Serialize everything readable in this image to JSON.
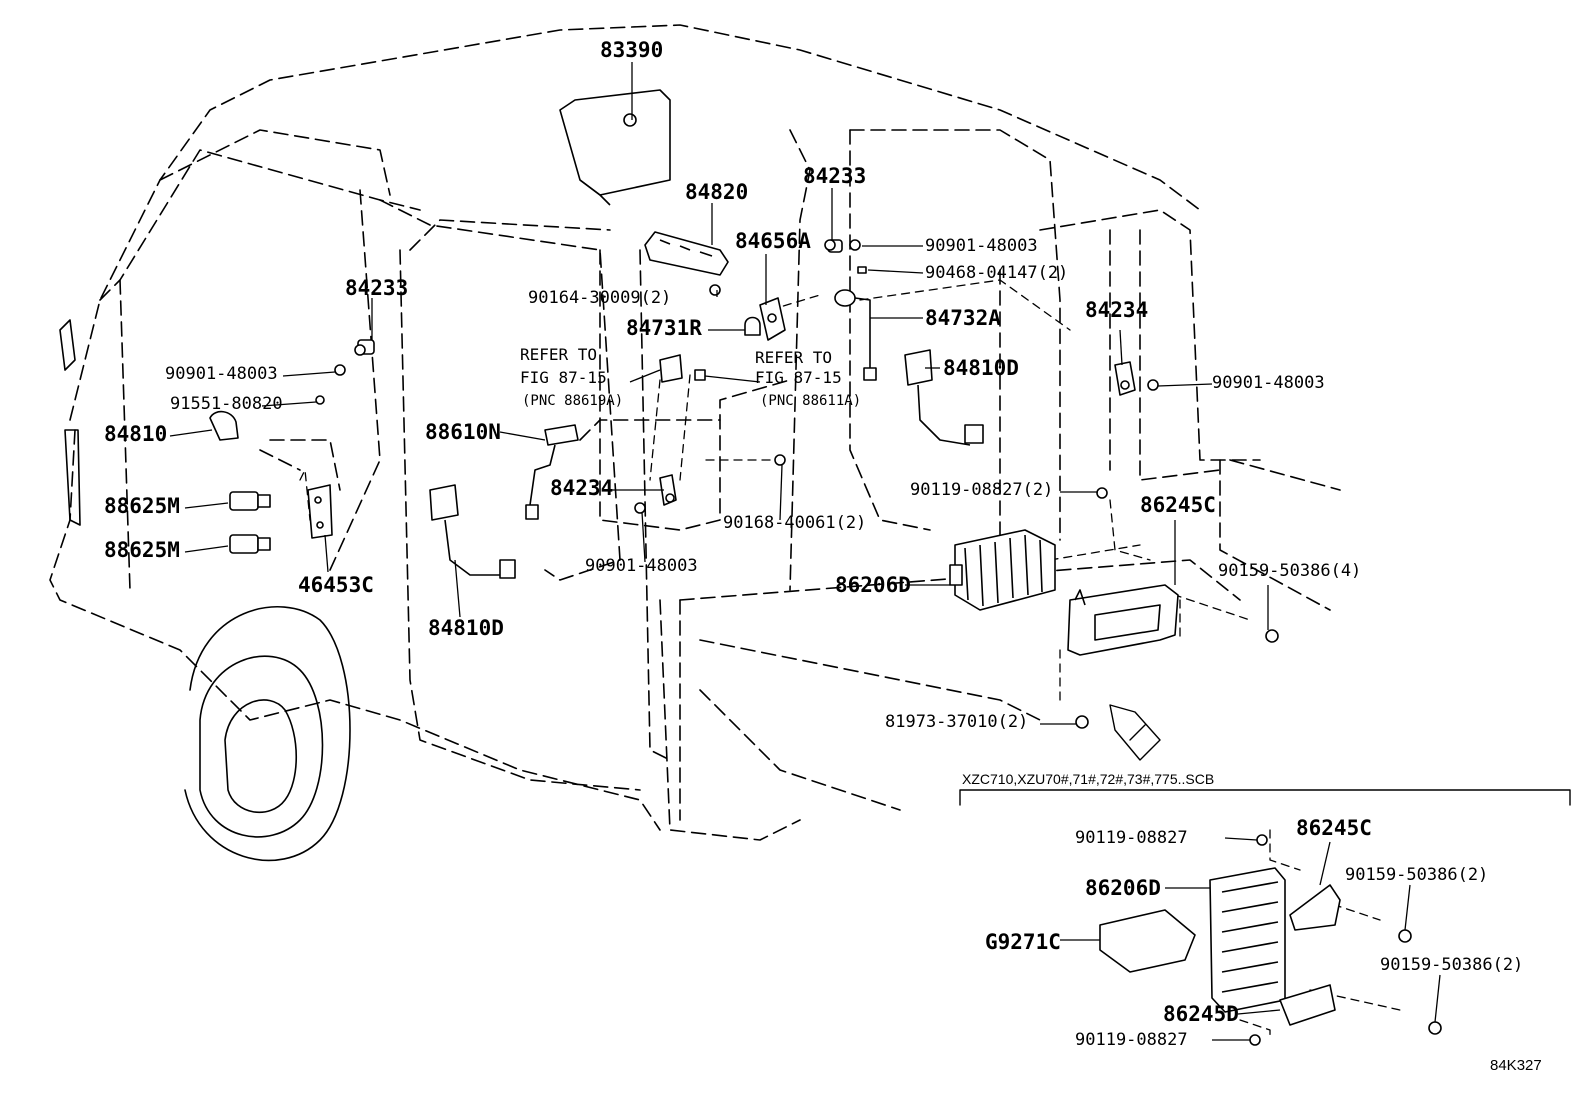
{
  "labels": {
    "p83390": "83390",
    "p84820": "84820",
    "p84233_top": "84233",
    "p84656A": "84656A",
    "p90901_48003_top": "90901-48003",
    "p90468": "90468-04147(2)",
    "p90164": "90164-30009(2)",
    "p84731R": "84731R",
    "p84732A": "84732A",
    "p84233_left": "84233",
    "p90901_48003_left": "90901-48003",
    "p91551": "91551-80820",
    "p84810": "84810",
    "p88625M_1": "88625M",
    "p88625M_2": "88625M",
    "p46453C": "46453C",
    "p88610N": "88610N",
    "p84234_mid": "84234",
    "p90901_48003_mid": "90901-48003",
    "p84810D_left": "84810D",
    "p90168": "90168-40061(2)",
    "p84234_right": "84234",
    "p90901_48003_right": "90901-48003",
    "p84810D_right": "84810D",
    "p90119_08827_2": "90119-08827(2)",
    "p86245C_main": "86245C",
    "p86206D_main": "86206D",
    "p90159_50386_4": "90159-50386(4)",
    "p81973": "81973-37010(2)",
    "p90119_08827_a": "90119-08827",
    "p86245C_inset": "86245C",
    "p86206D_inset": "86206D",
    "p90159_50386_2a": "90159-50386(2)",
    "pG9271C": "G9271C",
    "p90159_50386_2b": "90159-50386(2)",
    "p86245D": "86245D",
    "p90119_08827_b": "90119-08827"
  },
  "refer_left": {
    "line1": "REFER TO",
    "line2": "FIG 87-15",
    "line3": "(PNC 88619A)"
  },
  "refer_right": {
    "line1": "REFER TO",
    "line2": "FIG 87-15",
    "line3": "(PNC 88611A)"
  },
  "variant_note": "XZC710,XZU70#,71#,72#,73#,775..SCB",
  "diagram_code": "84K327"
}
